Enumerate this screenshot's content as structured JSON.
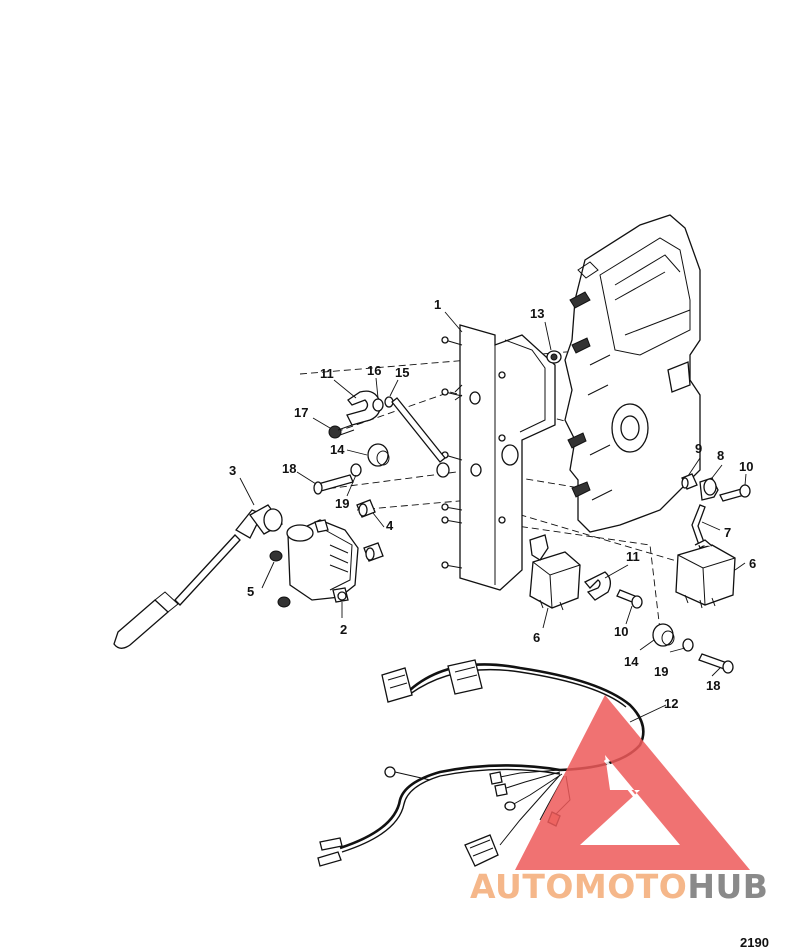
{
  "callouts": {
    "c1": "1",
    "c2": "2",
    "c3": "3",
    "c4": "4",
    "c5": "5",
    "c6a": "6",
    "c6b": "6",
    "c7": "7",
    "c8": "8",
    "c9": "9",
    "c10a": "10",
    "c10b": "10",
    "c11a": "11",
    "c11b": "11",
    "c12": "12",
    "c13": "13",
    "c14a": "14",
    "c14b": "14",
    "c15": "15",
    "c16": "16",
    "c17": "17",
    "c18a": "18",
    "c18b": "18",
    "c19a": "19",
    "c19b": "19"
  },
  "reference_number": "2190",
  "watermark": {
    "part1": "AUTOMOTO",
    "part2": "HUB",
    "color_part1": "#f5b78a",
    "color_part2": "#8a8a8a",
    "triangle_color": "#ee5a5a"
  },
  "colors": {
    "line": "#111111",
    "background": "#ffffff"
  }
}
